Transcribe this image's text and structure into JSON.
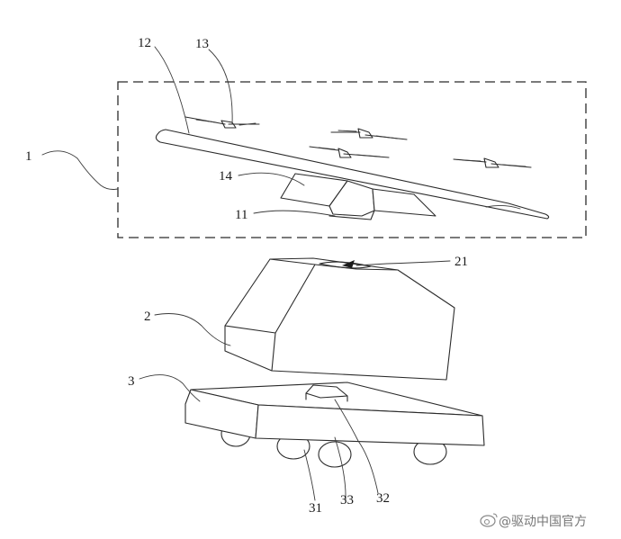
{
  "labels": {
    "l1": "1",
    "l12": "12",
    "l13": "13",
    "l14": "14",
    "l11": "11",
    "l21": "21",
    "l2": "2",
    "l3": "3",
    "l31": "31",
    "l33": "33",
    "l32": "32"
  },
  "watermark": {
    "text": "@驱动中国官方",
    "icon": "weibo-icon"
  }
}
